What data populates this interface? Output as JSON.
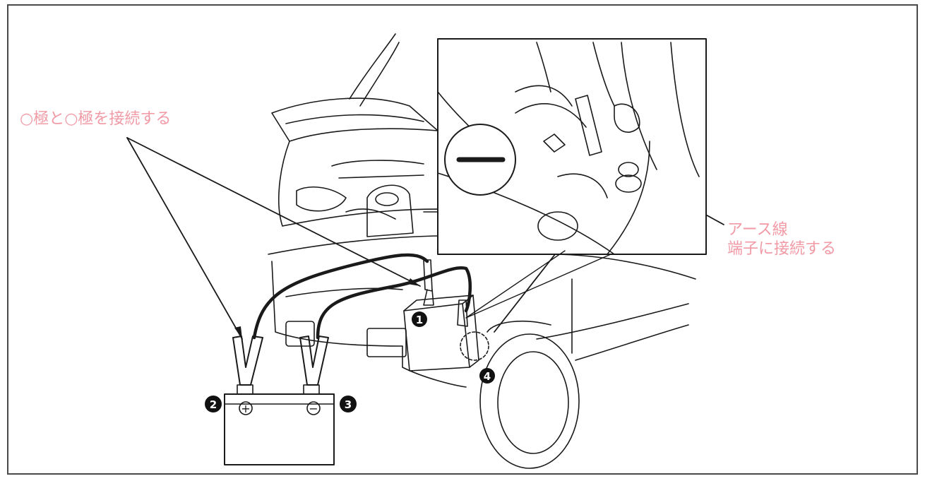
{
  "labels": {
    "left": "○極と○極を接続する",
    "right_line1": "アース線",
    "right_line2": "端子に接続する"
  },
  "markers": [
    "1",
    "2",
    "3",
    "4"
  ],
  "battery_symbols": {
    "plus": "+",
    "minus": "−"
  },
  "colors": {
    "label": "#f19aa5",
    "line": "#1a1a1a",
    "frame": "#4a4a4a"
  }
}
